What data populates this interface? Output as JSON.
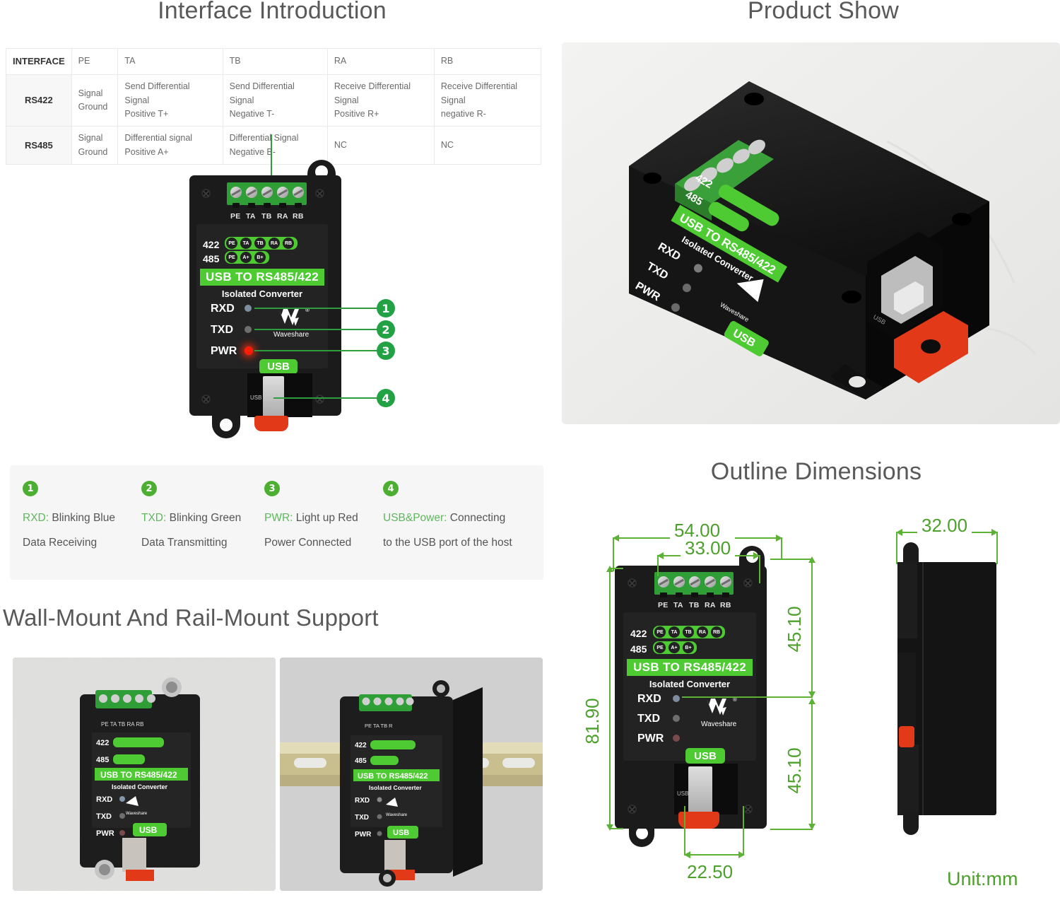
{
  "titles": {
    "interface_introduction": "Interface Introduction",
    "product_show": "Product Show",
    "wall_rail_mount": "Wall-Mount And Rail-Mount Support",
    "outline_dimensions": "Outline Dimensions"
  },
  "interface_table": {
    "headers": [
      "INTERFACE",
      "PE",
      "TA",
      "TB",
      "RA",
      "RB"
    ],
    "rows": [
      {
        "name": "RS422",
        "cells": [
          [
            "Signal",
            "Ground"
          ],
          [
            "Send Differential Signal",
            "Positive T+"
          ],
          [
            "Send Differential Signal",
            "Negative T-"
          ],
          [
            "Receive Differential Signal",
            "Positive R+"
          ],
          [
            "Receive Differential Signal",
            "negative R-"
          ]
        ]
      },
      {
        "name": "RS485",
        "cells": [
          [
            "Signal",
            "Ground"
          ],
          [
            "Differential signal",
            "Positive A+"
          ],
          [
            "Differential Signal",
            "Negative B-"
          ],
          [
            "NC",
            ""
          ],
          [
            "NC",
            ""
          ]
        ]
      }
    ]
  },
  "device": {
    "terminal_pins": [
      "PE",
      "TA",
      "TB",
      "RA",
      "RB"
    ],
    "row_422_label": "422",
    "row_422_pins": [
      "PE",
      "TA",
      "TB",
      "RA",
      "RB"
    ],
    "row_485_label": "485",
    "row_485_pins": [
      "PE",
      "A+",
      "B+"
    ],
    "title_bar": "USB TO RS485/422",
    "subtitle": "Isolated Converter",
    "leds": [
      "RXD",
      "TXD",
      "PWR"
    ],
    "usb_tag": "USB",
    "usb_side_text": "USB",
    "brand": "Waveshare",
    "brand_mark": "®",
    "callouts": [
      "1",
      "2",
      "3",
      "4"
    ]
  },
  "legend": [
    {
      "num": "1",
      "label": "RXD",
      "colon": ":",
      "value": "Blinking Blue",
      "line2": "Data Receiving"
    },
    {
      "num": "2",
      "label": "TXD",
      "colon": ":",
      "value": "Blinking Green",
      "line2": "Data Transmitting"
    },
    {
      "num": "3",
      "label": "PWR",
      "colon": ":",
      "value": "Light up Red",
      "line2": "Power Connected"
    },
    {
      "num": "4",
      "label": "USB&Power",
      "colon": ":",
      "value": "Connecting",
      "line2": "to the USB port of the host"
    }
  ],
  "dimensions": {
    "width_outer": "54.00",
    "width_inner": "33.00",
    "height_total": "81.90",
    "height_upper": "45.10",
    "height_lower": "45.10",
    "width_bottom": "22.50",
    "side_depth": "32.00",
    "unit": "Unit:mm"
  },
  "colors": {
    "brand_green": "#4ecb32",
    "callout_green": "#22a244",
    "legend_green": "#4caf32",
    "dim_green": "#5cb235",
    "title_gray": "#595959"
  }
}
